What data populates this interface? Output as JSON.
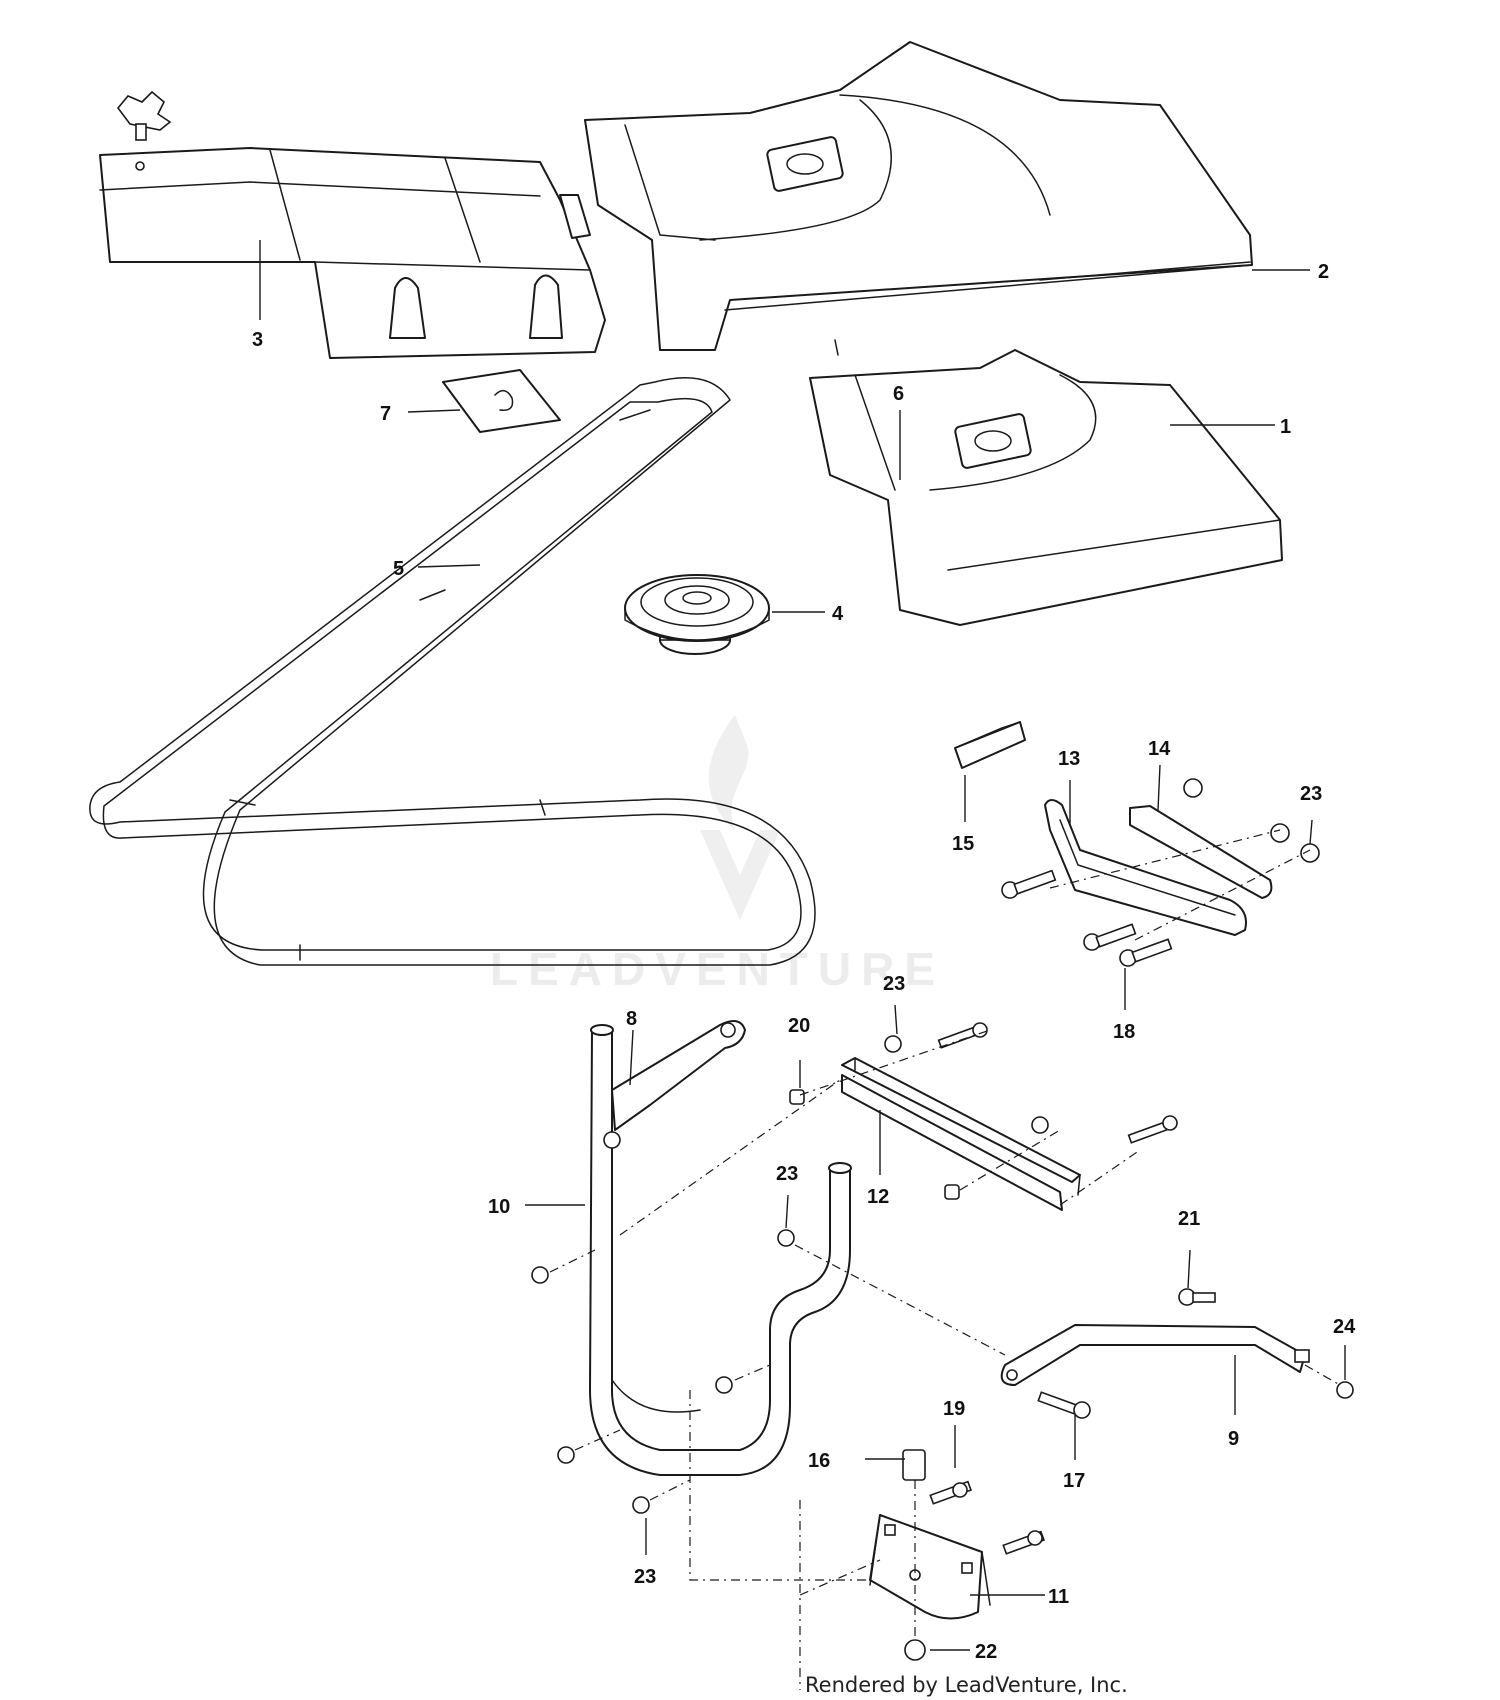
{
  "diagram": {
    "watermark": "LEADVENTURE",
    "credit": "Rendered by LeadVenture, Inc.",
    "colors": {
      "line": "#1a1a1a",
      "watermark": "#ececec",
      "background": "#ffffff"
    },
    "callouts": {
      "c1": "1",
      "c2": "2",
      "c3": "3",
      "c4": "4",
      "c5": "5",
      "c6": "6",
      "c7": "7",
      "c8": "8",
      "c9": "9",
      "c10": "10",
      "c11": "11",
      "c12": "12",
      "c13": "13",
      "c14": "14",
      "c15": "15",
      "c16": "16",
      "c17": "17",
      "c18": "18",
      "c19": "19",
      "c20": "20",
      "c21": "21",
      "c22": "22",
      "c23a": "23",
      "c23b": "23",
      "c23c": "23",
      "c23d": "23",
      "c24": "24"
    }
  }
}
